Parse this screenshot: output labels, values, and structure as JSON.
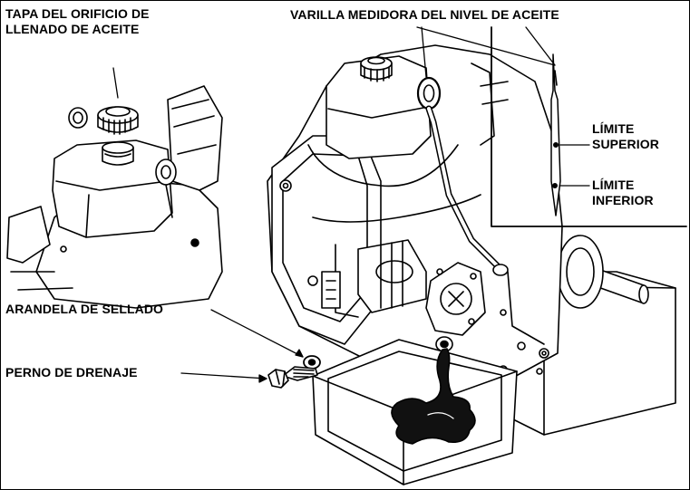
{
  "labels": {
    "fill_cap": [
      "TAPA DEL ORIFICIO DE",
      "LLENADO DE ACEITE"
    ],
    "dipstick": "VARILLA MEDIDORA DEL NIVEL DE ACEITE",
    "upper_limit": [
      "LÍMITE",
      "SUPERIOR"
    ],
    "lower_limit": [
      "LÍMITE",
      "INFERIOR"
    ],
    "sealing_washer": "ARANDELA DE SELLADO",
    "drain_bolt": "PERNO DE DRENAJE"
  },
  "colors": {
    "ink": "#000000",
    "paper": "#ffffff",
    "oil": "#111111"
  }
}
